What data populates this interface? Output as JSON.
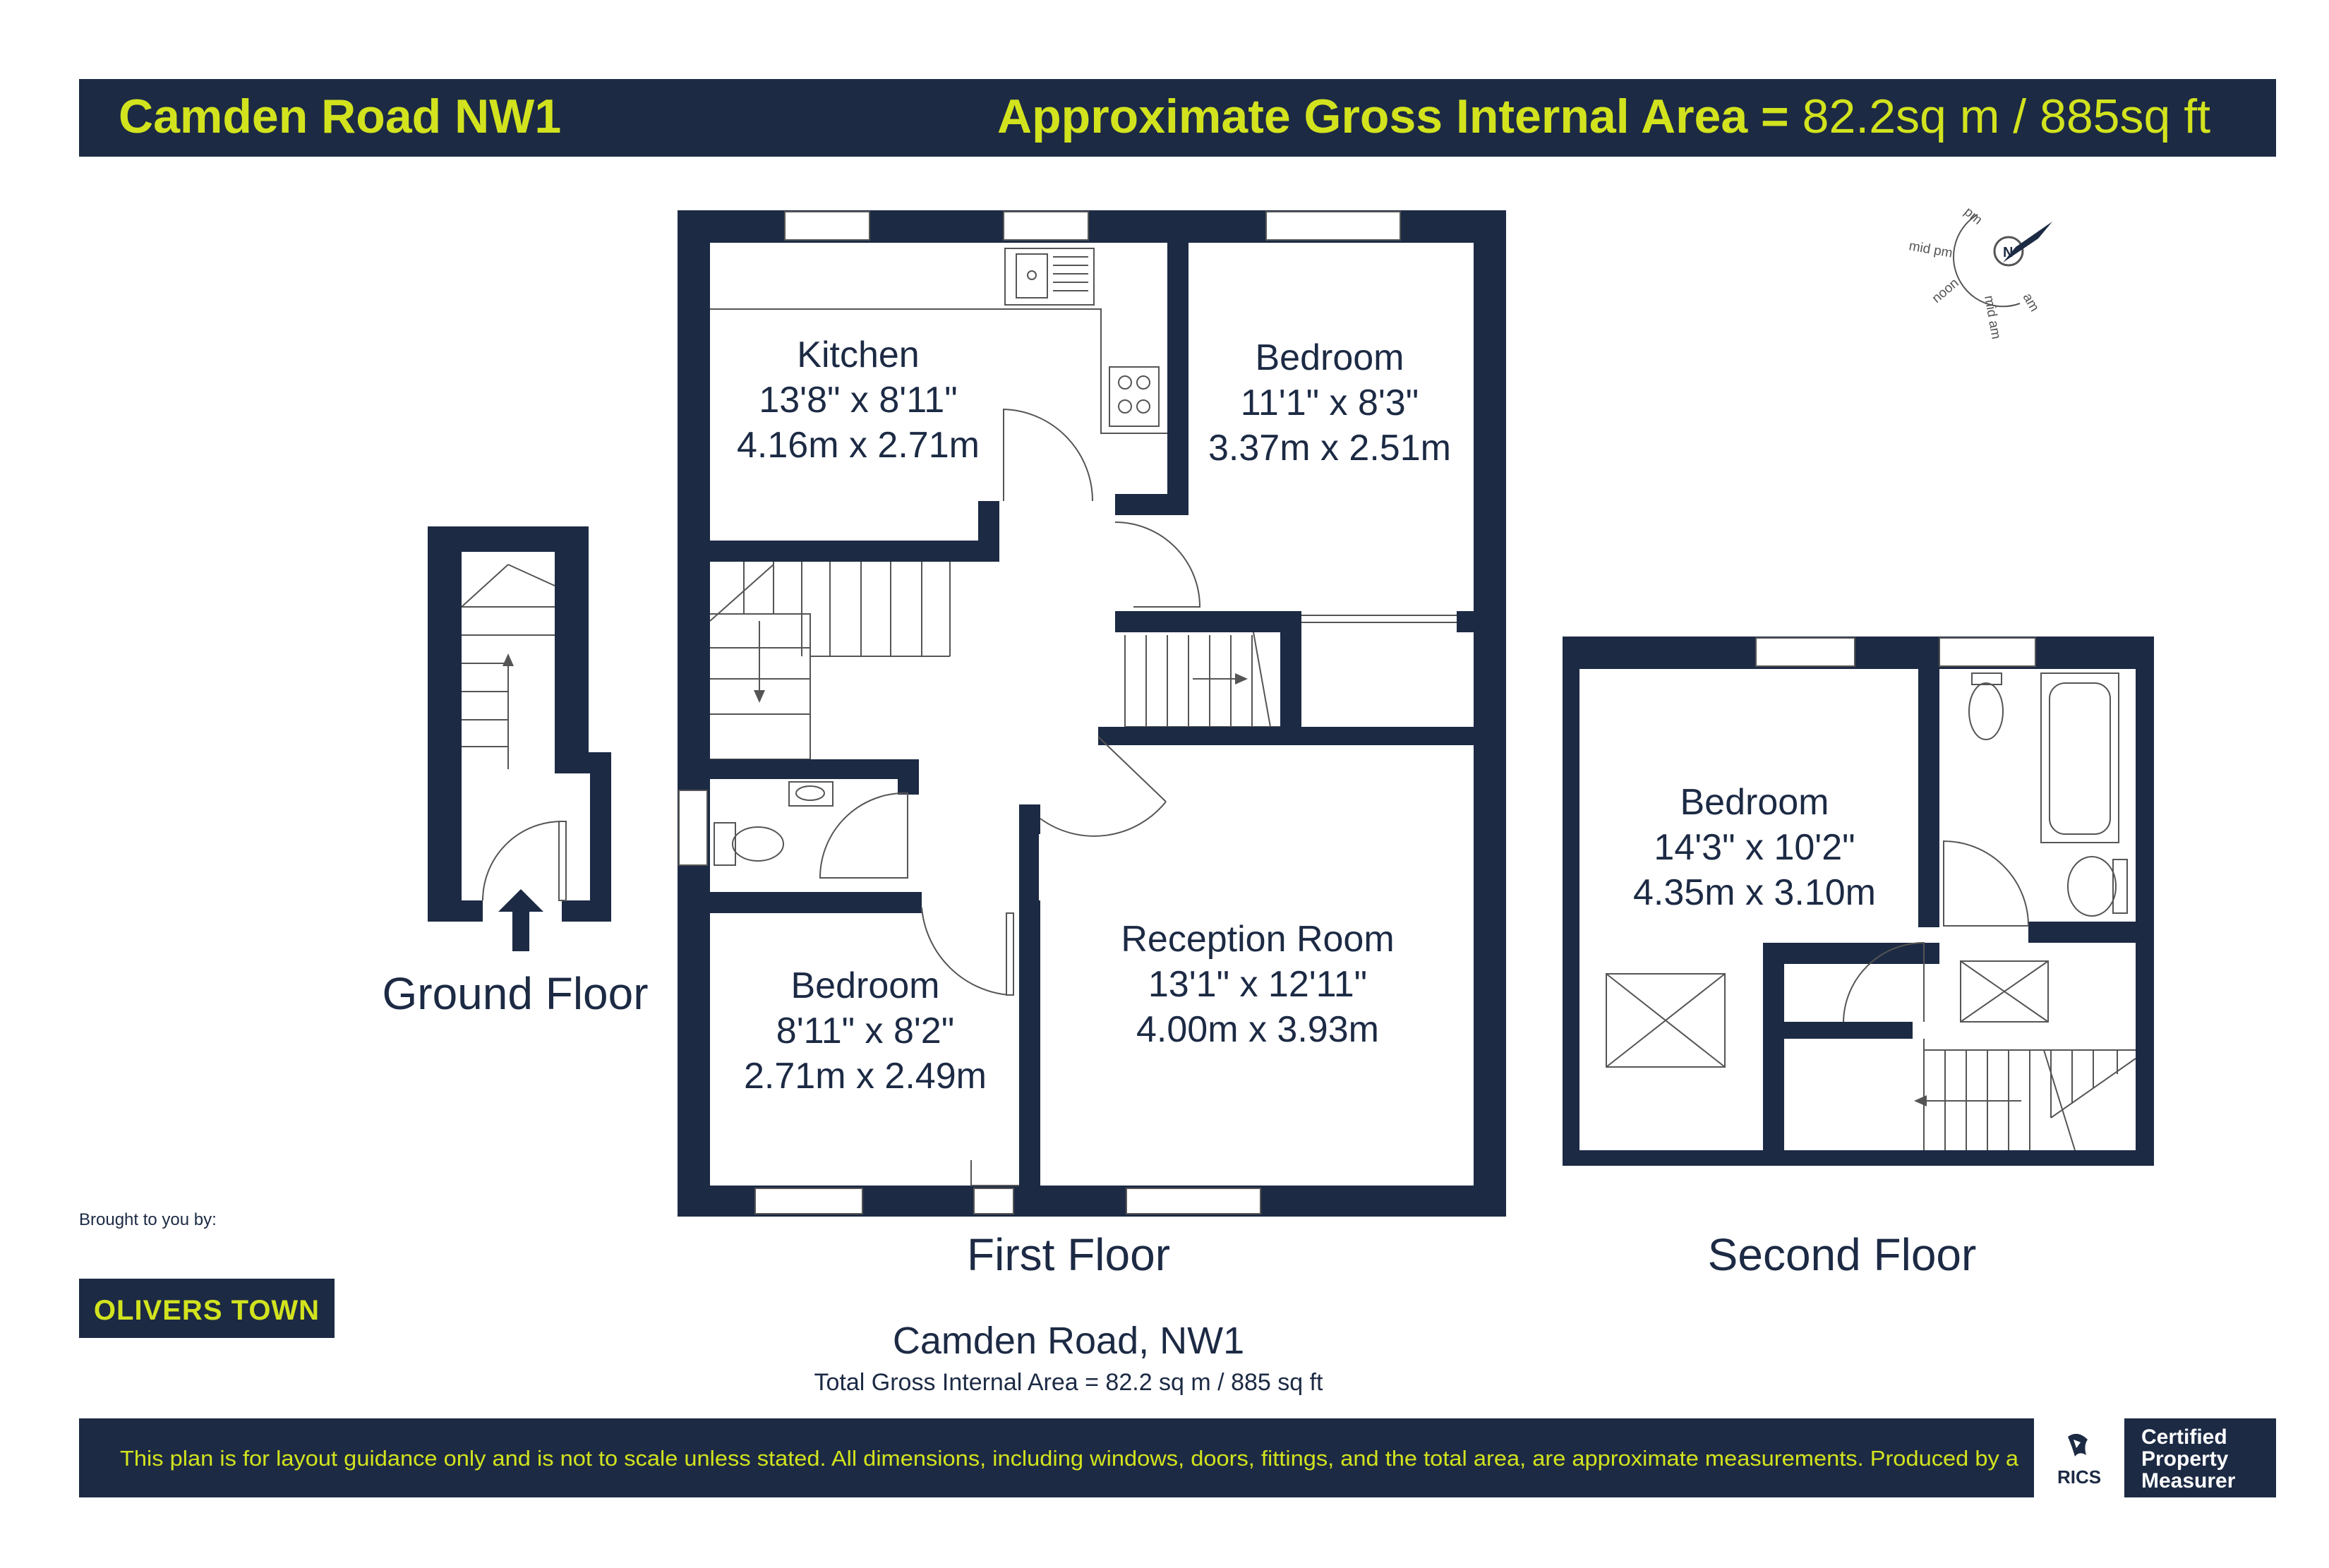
{
  "header": {
    "address": "Camden Road NW1",
    "area_prefix": "Approximate Gross Internal Area =",
    "area_value": " 82.2sq m / 885sq ft"
  },
  "compass": {
    "north": "N",
    "pm": "pm",
    "mid_pm": "mid pm",
    "noon": "noon",
    "mid_am": "mid am",
    "am": "am"
  },
  "rooms": {
    "kitchen": {
      "name": "Kitchen",
      "imperial": "13'8\" x 8'11\"",
      "metric": "4.16m x 2.71m"
    },
    "bedroom_first_top": {
      "name": "Bedroom",
      "imperial": "11'1\" x 8'3\"",
      "metric": "3.37m x 2.51m"
    },
    "bedroom_first_bottom": {
      "name": "Bedroom",
      "imperial": "8'11\" x 8'2\"",
      "metric": "2.71m x 2.49m"
    },
    "reception": {
      "name": "Reception Room",
      "imperial": "13'1\" x 12'11\"",
      "metric": "4.00m x 3.93m"
    },
    "bedroom_second": {
      "name": "Bedroom",
      "imperial": "14'3\" x 10'2\"",
      "metric": "4.35m x 3.10m"
    }
  },
  "floors": {
    "ground": "Ground Floor",
    "first": "First Floor",
    "second": "Second Floor"
  },
  "brought_by": "Brought to you by:",
  "agent_logo": "OLIVERS TOWN",
  "footer": {
    "address": "Camden Road, NW1",
    "total_area": "Total Gross Internal Area = 82.2 sq m / 885 sq ft",
    "disclaimer": "This plan is for layout guidance only and is not to scale unless stated. All dimensions, including windows, doors, fittings, and the total area, are approximate measurements. Produced by a",
    "rics": "RICS",
    "certified": [
      "Certified",
      "Property",
      "Measurer"
    ]
  },
  "colors": {
    "navy": "#1c2a44",
    "accent_yellow": "#d2e31e",
    "background": "#ffffff"
  }
}
